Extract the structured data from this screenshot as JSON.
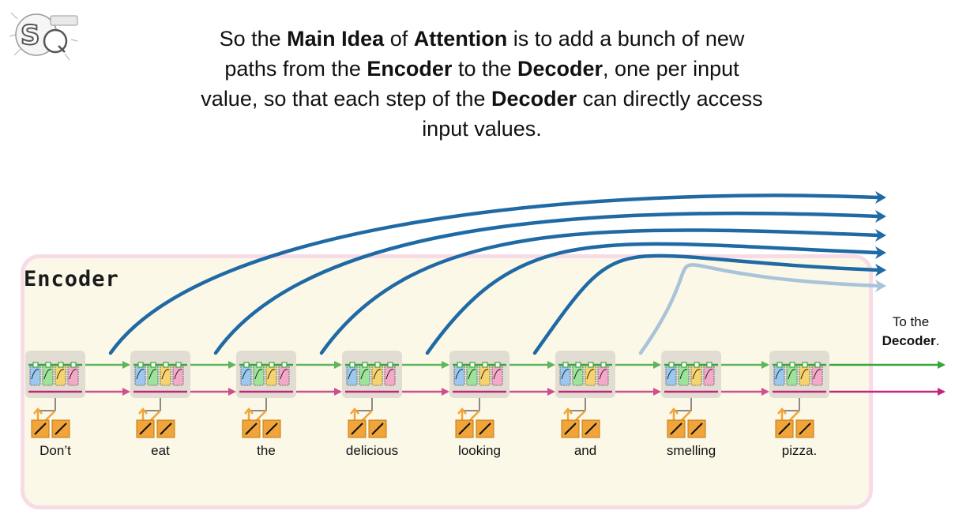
{
  "headline": {
    "part1": "So the ",
    "bold1": "Main Idea",
    "part2": " of ",
    "bold2": "Attention",
    "part3": " is to add a bunch of new paths from the ",
    "bold3": "Encoder",
    "part4": " to the ",
    "bold4": "Decoder",
    "part5": ", one per input value, so that each step of the ",
    "bold5": "Decoder",
    "part6": " can directly access input values."
  },
  "encoder_label": "Encoder",
  "output_label": {
    "line1": "To the",
    "bold": "Decoder",
    "line2_suffix": "."
  },
  "words": [
    "Don’t",
    "eat",
    "the",
    "delicious",
    "looking",
    "and",
    "smelling",
    "pizza."
  ],
  "colors": {
    "attention_arrow": "#1f6aa5",
    "attention_arrow_faded": "#a9c3d8",
    "short_term_arrow": "#3aa53a",
    "long_term_arrow": "#c2267a",
    "encoder_bg": "#fbf8e8",
    "encoder_border": "#f7dbe6",
    "input_icon": "#f0a43a"
  },
  "icons": [
    "logo-icon",
    "lstm-unit-icon",
    "word-embedding-icon"
  ]
}
